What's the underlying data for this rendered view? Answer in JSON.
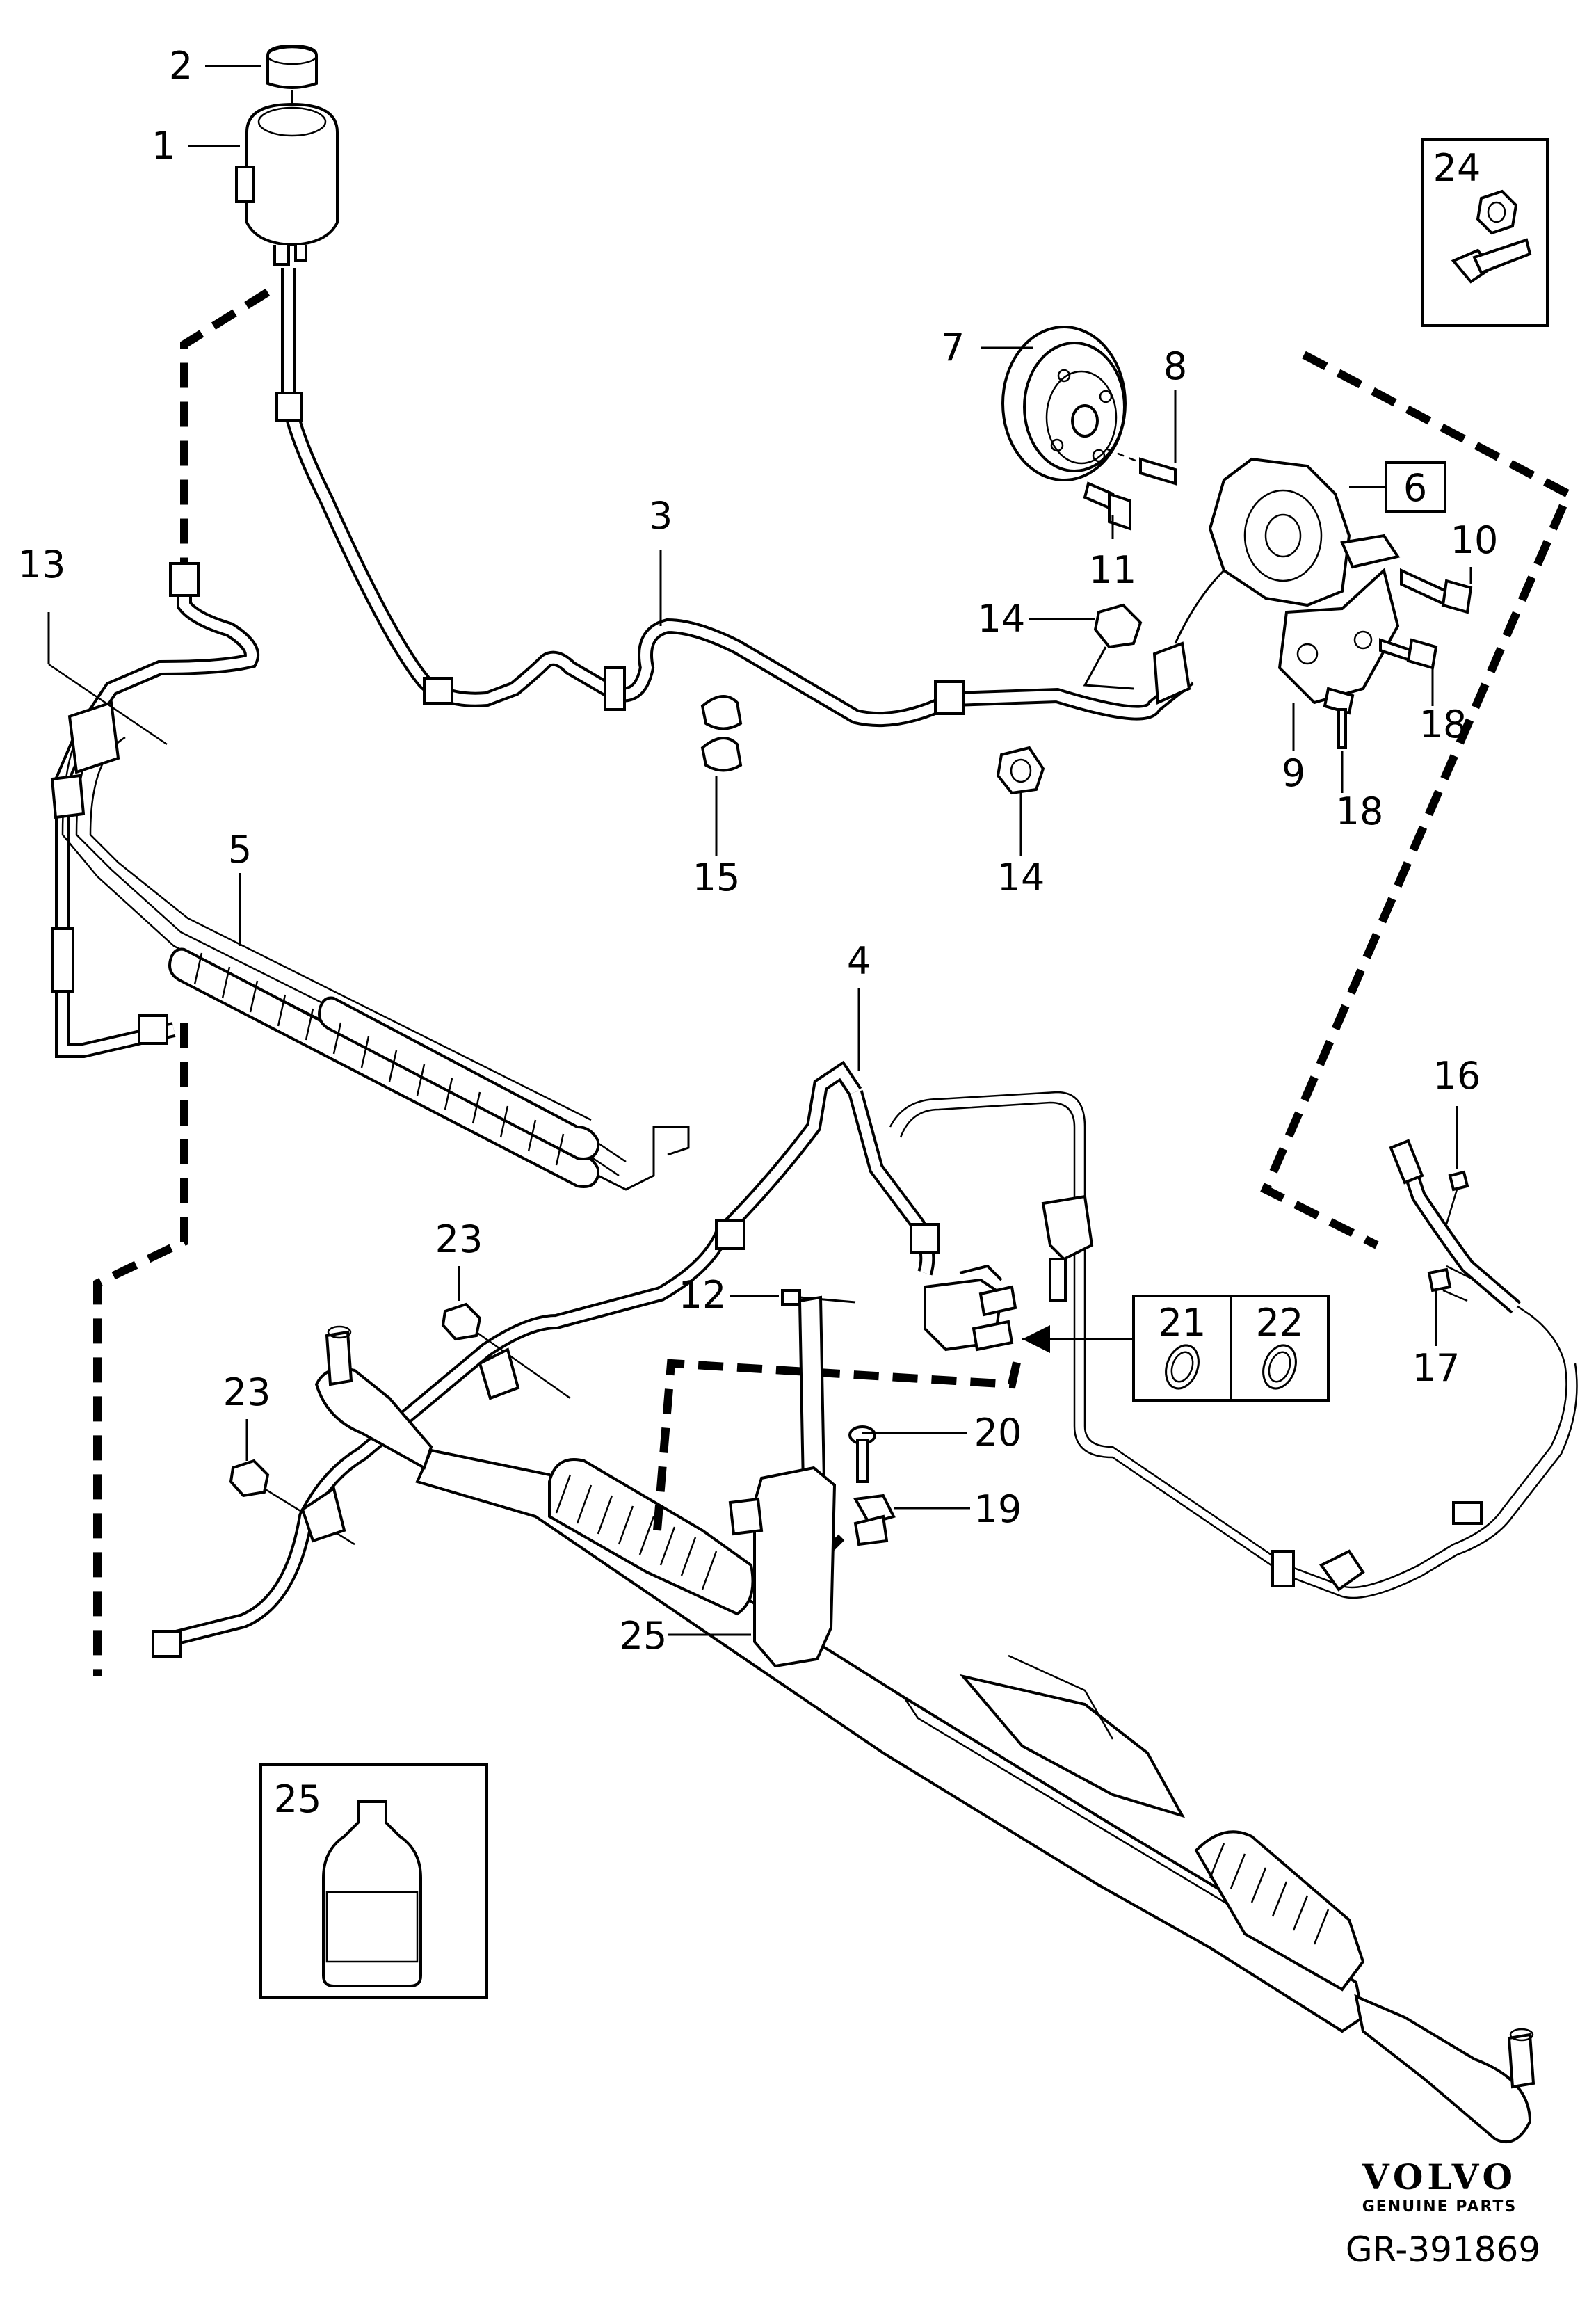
{
  "callouts": {
    "c1": "1",
    "c2": "2",
    "c3": "3",
    "c4": "4",
    "c5": "5",
    "c6": "6",
    "c7": "7",
    "c8": "8",
    "c9": "9",
    "c10": "10",
    "c11": "11",
    "c12": "12",
    "c13": "13",
    "c14a": "14",
    "c14b": "14",
    "c15": "15",
    "c16": "16",
    "c17": "17",
    "c18a": "18",
    "c18b": "18",
    "c19": "19",
    "c20": "20",
    "c21": "21",
    "c22": "22",
    "c23a": "23",
    "c23b": "23",
    "c24": "24",
    "c25a": "25",
    "c25b": "25"
  },
  "footer": {
    "brand": "VOLVO",
    "brand_sub": "GENUINE PARTS",
    "reference": "GR-391869"
  }
}
